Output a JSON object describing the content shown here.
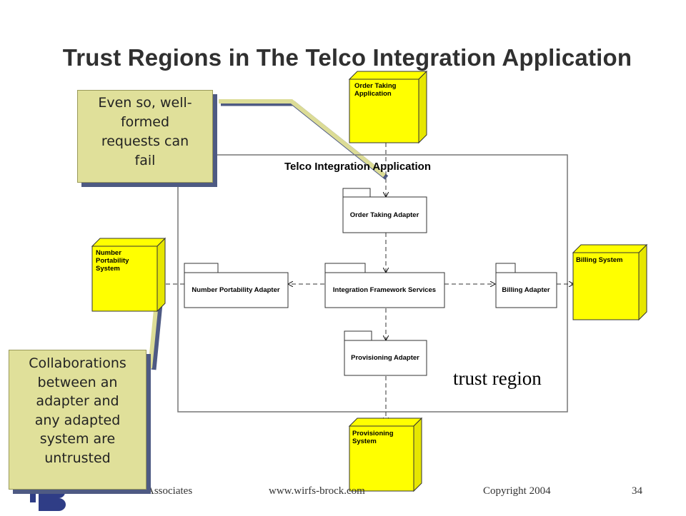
{
  "slide": {
    "title": "Trust Regions in The Telco Integration Application",
    "page_number": "34"
  },
  "region": {
    "title": "Telco Integration Application",
    "trust_label": "trust region"
  },
  "nodes": {
    "order_taking_app": [
      "Order Taking",
      "Application"
    ],
    "number_portability_system": [
      "Number",
      "Portability",
      "System"
    ],
    "billing_system": [
      "Billing System"
    ],
    "provisioning_system": [
      "Provisioning",
      "System"
    ]
  },
  "packages": {
    "order_taking_adapter": "Order Taking Adapter",
    "number_portability_adapter": "Number Portability Adapter",
    "integration_framework_services": "Integration Framework Services",
    "billing_adapter": "Billing Adapter",
    "provisioning_adapter": "Provisioning Adapter"
  },
  "callouts": {
    "well_formed": [
      "Even so, well-",
      "formed",
      "requests can",
      "fail"
    ],
    "untrusted": [
      "Collaborations",
      "between an",
      "adapter and",
      "any adapted",
      "system are",
      "untrusted"
    ]
  },
  "footer": {
    "company": "© Wirfs-Brock Associates",
    "url": "www.wirfs-brock.com",
    "copyright": "Copyright 2004"
  },
  "colors": {
    "node_fill": "#ffff00",
    "callout_fill": "#e0e09a",
    "callout_shadow": "#4e5a83",
    "title_text": "#303030"
  }
}
